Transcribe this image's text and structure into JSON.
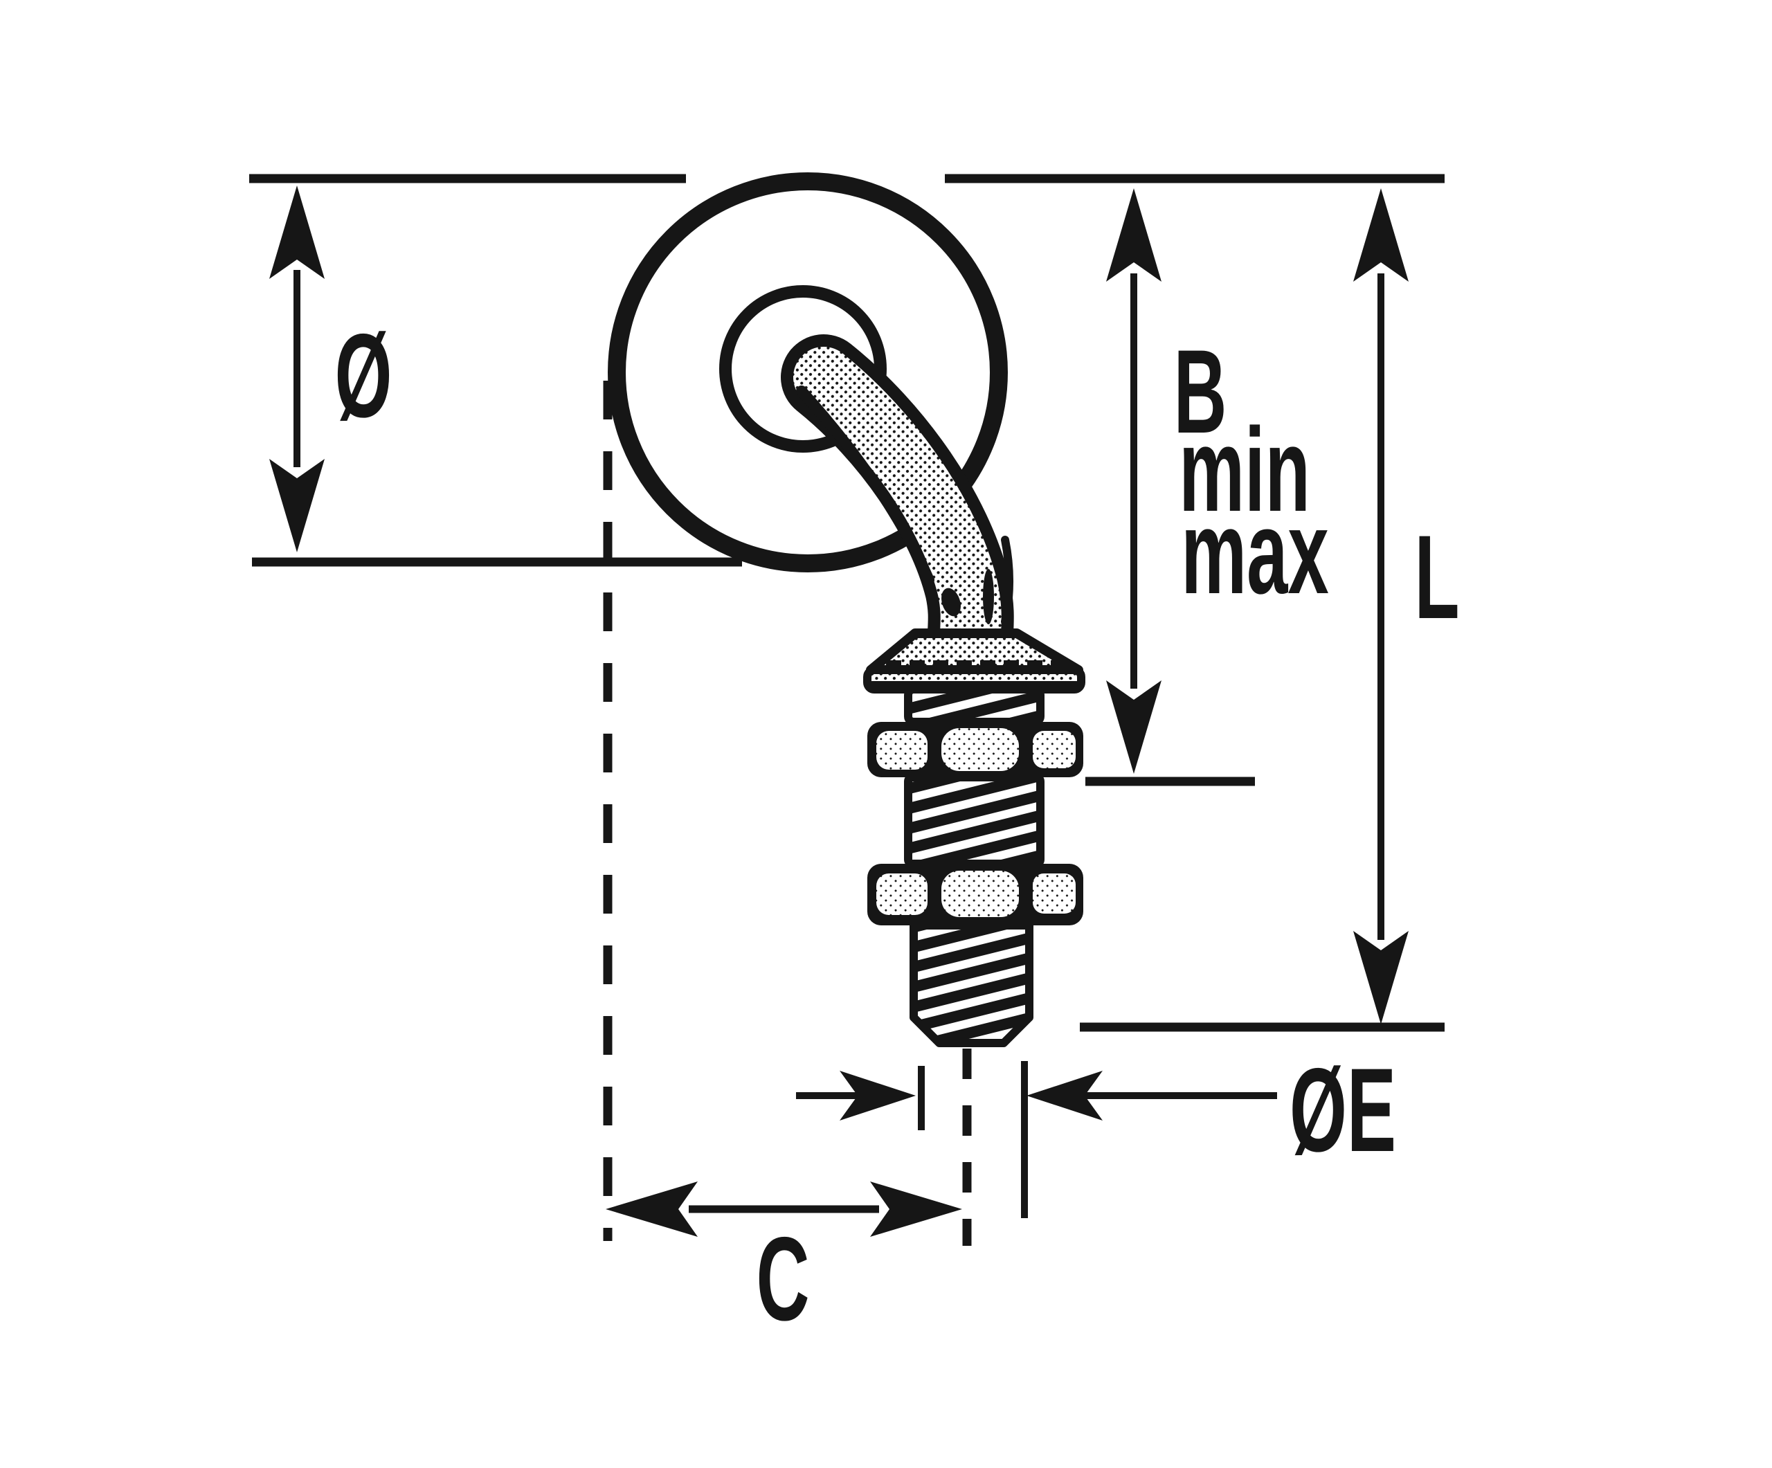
{
  "drawing": {
    "background_color": "#ffffff",
    "ink_color": "#161616",
    "labels": {
      "wheel_diameter": "Ø",
      "height_b": "B",
      "height_min": "min",
      "height_max": "max",
      "overall_length": "L",
      "stem_diameter": "ØE",
      "offset_c": "C"
    }
  }
}
